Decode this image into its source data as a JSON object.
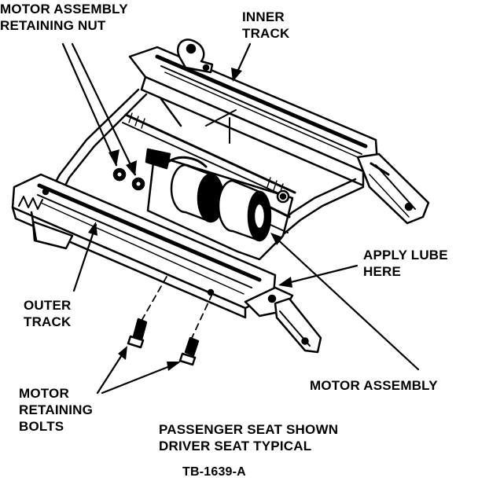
{
  "figure_id": "TB-1639-A",
  "labels": {
    "motor_nut": [
      "MOTOR ASSEMBLY",
      "RETAINING NUT"
    ],
    "inner_track": [
      "INNER",
      "TRACK"
    ],
    "apply_lube": [
      "APPLY LUBE",
      "HERE"
    ],
    "outer_track": [
      "OUTER",
      "TRACK"
    ],
    "motor_assembly": "MOTOR ASSEMBLY",
    "motor_bolts": [
      "MOTOR",
      "RETAINING",
      "BOLTS"
    ],
    "caption": [
      "PASSENGER SEAT SHOWN",
      "DRIVER SEAT TYPICAL"
    ]
  },
  "colors": {
    "ink": "#000000",
    "paper": "#ffffff"
  }
}
